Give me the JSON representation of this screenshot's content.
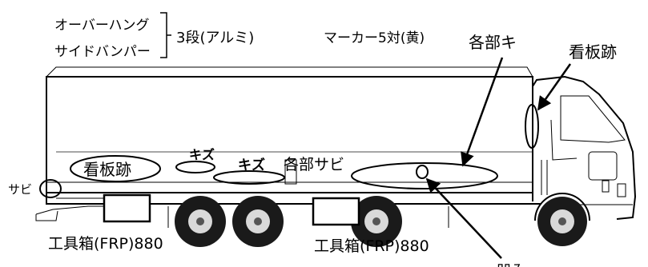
{
  "header": {
    "line1": "オーバーハング",
    "line2": "サイドバンパー",
    "spec": "3段(アルミ)",
    "marker": "マーカー5対(黄)"
  },
  "annotations": {
    "scratches_everywhere": "各部キ",
    "sign_trace_top": "看板跡",
    "sign_trace_body": "看板跡",
    "rust_left": "サビ",
    "scratch_small": "キズ",
    "scratch_mid": "キズ",
    "rust_everywhere": "各部サビ",
    "dent_bottom": "凹み"
  },
  "toolboxes": {
    "left": "工具箱(FRP)880",
    "right": "工具箱(FRP)880"
  }
}
